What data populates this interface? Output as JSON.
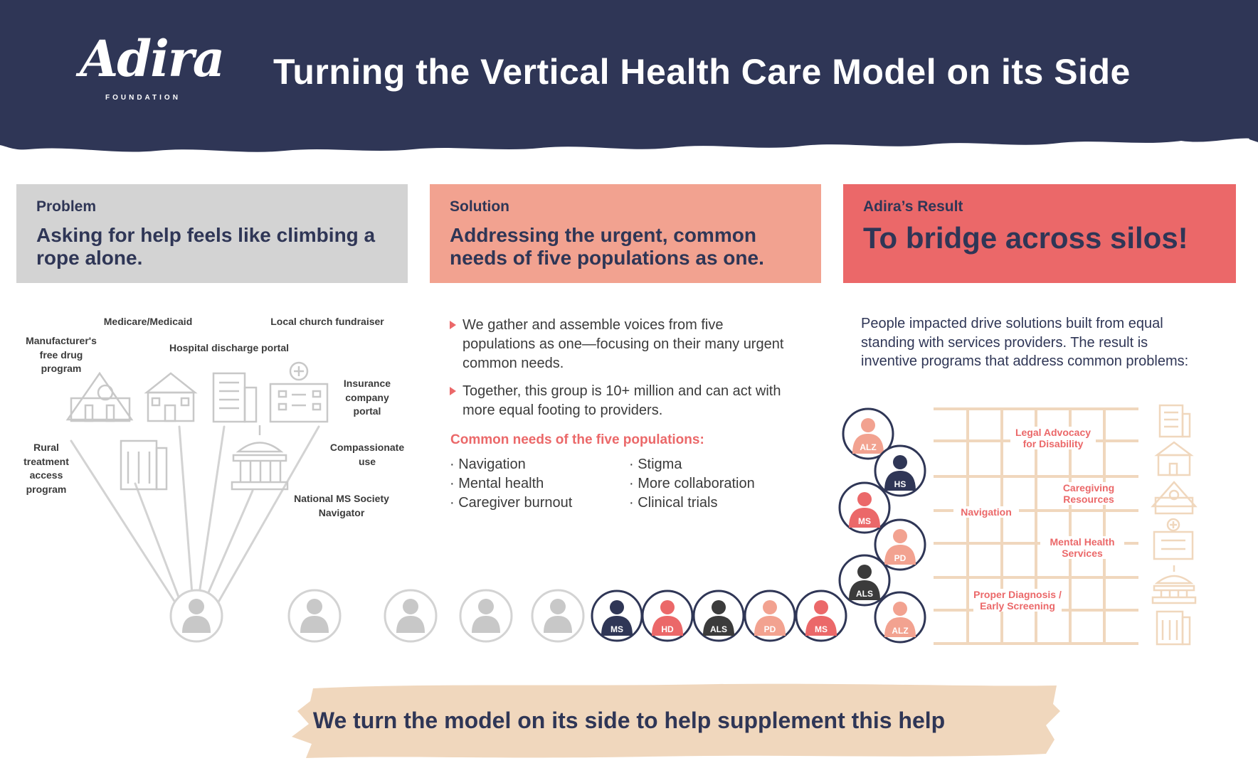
{
  "header": {
    "logo_text": "Adira",
    "logo_subtext": "FOUNDATION",
    "title": "Turning the Vertical Health Care Model on its Side"
  },
  "colors": {
    "navy": "#2f3656",
    "coral": "#eb6869",
    "salmon": "#f2a290",
    "gray": "#d3d3d3",
    "tan": "#f0d7bd"
  },
  "problem": {
    "label": "Problem",
    "heading": "Asking for help feels like climbing a rope alone.",
    "sources": [
      "Medicare/Medicaid",
      "Local church fundraiser",
      "Manufacturer's free drug program",
      "Hospital discharge portal",
      "Insurance company portal",
      "Rural treatment access program",
      "Compassionate use",
      "National MS Society Navigator"
    ]
  },
  "solution": {
    "label": "Solution",
    "heading": "Addressing the urgent, common needs of five populations as one.",
    "bullets": [
      "We gather and assemble voices from five populations as one—focusing on their many urgent common needs.",
      "Together, this group is 10+ million and can act with more equal footing to providers."
    ],
    "needs_title": "Common needs of the five populations:",
    "needs": [
      "· Navigation",
      "· Mental health",
      "· Caregiver burnout",
      "· Stigma",
      "· More collaboration",
      "· Clinical trials"
    ]
  },
  "result": {
    "label": "Adira’s Result",
    "heading": "To bridge across silos!",
    "text": "People impacted drive solutions built from equal standing with services providers. The result is inventive programs that address common problems:",
    "grid_labels": [
      "Legal Advocacy for Disability",
      "Caregiving Resources",
      "Navigation",
      "Mental Health Services",
      "Proper Diagnosis / Early Screening"
    ]
  },
  "people_row": [
    "MS",
    "HD",
    "ALS",
    "PD",
    "MS"
  ],
  "people_column": [
    "ALZ",
    "HS",
    "MS",
    "PD",
    "ALS",
    "ALZ"
  ],
  "footer": {
    "text": "We turn the model on its side to help supplement this help"
  }
}
